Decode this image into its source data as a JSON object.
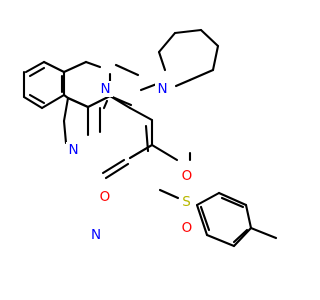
{
  "molecule": {
    "colors": {
      "carbon": "#000000",
      "nitrogen": "#0000FF",
      "oxygen": "#FF0000",
      "sulfur": "#B8B800"
    },
    "atoms": {
      "n_pyrido_top": "N",
      "n_pyrido_bottom": "N",
      "n_piperidine": "N",
      "o_carbonyl": "O",
      "n_nitrile": "N",
      "s_sulfonyl": "S",
      "o_sulfonyl_top": "O",
      "o_sulfonyl_bottom": "O"
    }
  }
}
